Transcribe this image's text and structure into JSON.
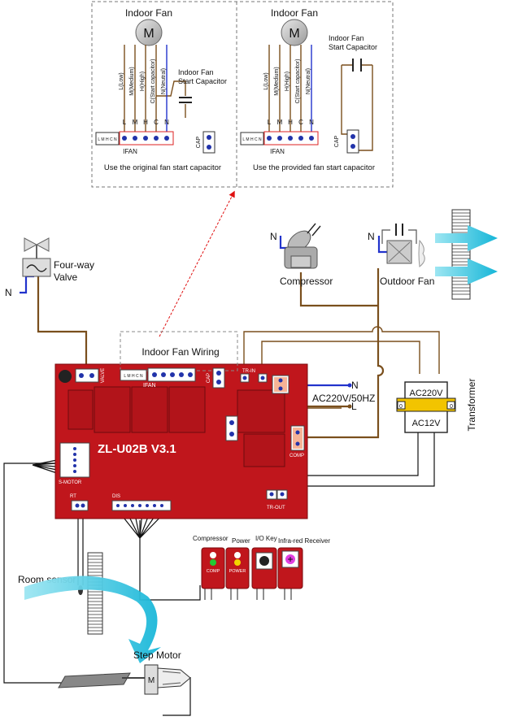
{
  "colors": {
    "pcb": "#c0161c",
    "pcb_dark": "#8e0f12",
    "wire_brown": "#7a4f1d",
    "wire_blue": "#2233cc",
    "cyan_arrow": "#39c3dd",
    "transformer_yellow": "#f2c400",
    "arrow_red": "#e01010"
  },
  "inset_left": {
    "title": "Indoor Fan",
    "motor_symbol": "M",
    "wire_labels": [
      "L(Low)",
      "M(Medium)",
      "H(High)",
      "C(Start capacitor)",
      "N(Neutral)"
    ],
    "capacitor_label_1": "Indoor Fan",
    "capacitor_label_2": "Start Capacitor",
    "pins": [
      "L",
      "M",
      "H",
      "C",
      "N"
    ],
    "connector_text": "L M H C N",
    "connector_name": "IFAN",
    "cap_label": "CAP",
    "caption": "Use the original fan start capacitor"
  },
  "inset_right": {
    "title": "Indoor Fan",
    "motor_symbol": "M",
    "wire_labels": [
      "L(Low)",
      "M(Medium)",
      "H(High)",
      "C(Start capacitor)",
      "N(Neutral)"
    ],
    "capacitor_label_1": "Indoor Fan",
    "capacitor_label_2": "Start Capacitor",
    "pins": [
      "L",
      "M",
      "H",
      "C",
      "N"
    ],
    "connector_text": "L M H C N",
    "connector_name": "IFAN",
    "cap_label": "CAP",
    "caption": "Use the provided fan start capacitor"
  },
  "four_way_valve": {
    "label_1": "Four-way",
    "label_2": "Valve",
    "neutral": "N"
  },
  "compressor": {
    "label": "Compressor",
    "neutral": "N"
  },
  "outdoor_fan": {
    "label": "Outdoor Fan",
    "neutral": "N"
  },
  "board": {
    "model": "ZL-U02B V3.1",
    "indoor_fan_wiring": "Indoor Fan Wiring",
    "valve": "VALVE",
    "ifan": "IFAN",
    "ifan_pins": "L M H C N",
    "cap": "CAP",
    "tr_in": "TR-IN",
    "comp": "COMP",
    "tr_out": "TR-OUT",
    "s_motor": "S-MOTOR",
    "rt": "RT",
    "dis": "DIS"
  },
  "power": {
    "label": "AC220V/50HZ",
    "n": "N",
    "l": "L"
  },
  "transformer": {
    "label": "Transformer",
    "primary": "AC220V",
    "secondary": "AC12V",
    "left_mark": "0",
    "right_mark": "0"
  },
  "display_panel": {
    "compressor": "Compressor",
    "power": "Power",
    "io_key": "I/O Key",
    "ir_receiver": "Infra-red Receiver",
    "comp_led": "COMP",
    "power_led": "POWER"
  },
  "room_sensor": {
    "label": "Room sensor"
  },
  "step_motor": {
    "label": "Step Motor"
  }
}
